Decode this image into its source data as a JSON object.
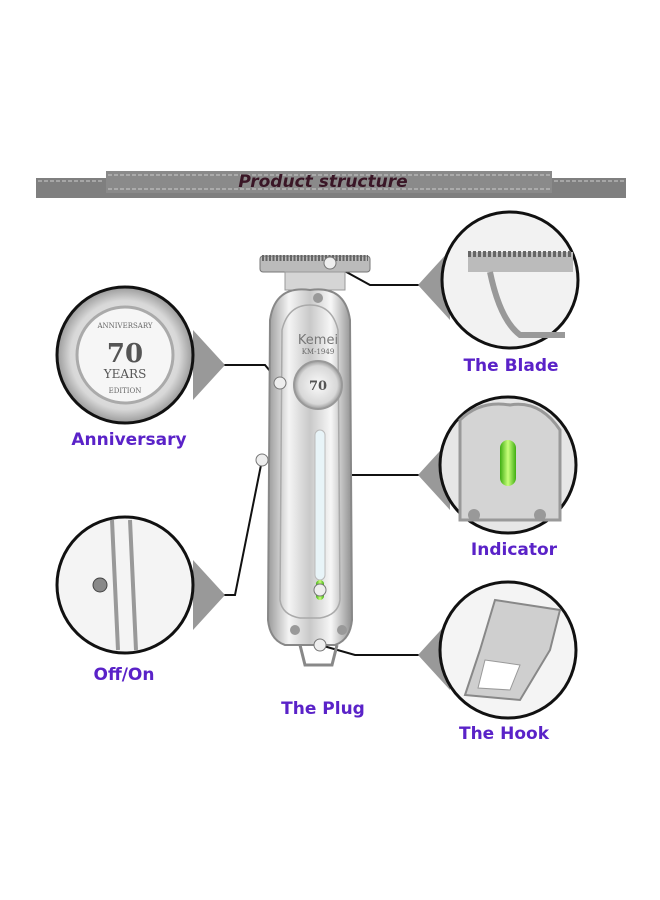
{
  "banner": {
    "title": "Product structure"
  },
  "product": {
    "brand": "Kemei",
    "model": "KM-1949",
    "badge": {
      "top": "ANNIVERSARY",
      "number": "70",
      "middle": "YEARS",
      "bottom": "EDITION"
    }
  },
  "callouts": [
    {
      "label": "The Blade"
    },
    {
      "label": "Anniversary"
    },
    {
      "label": "Indicator"
    },
    {
      "label": "Off/On"
    },
    {
      "label": "The Plug"
    },
    {
      "label": "The Hook"
    }
  ],
  "colors": {
    "label": "#5a22c8",
    "banner": "#7d7d7d",
    "indicator": "#6ee02a"
  }
}
